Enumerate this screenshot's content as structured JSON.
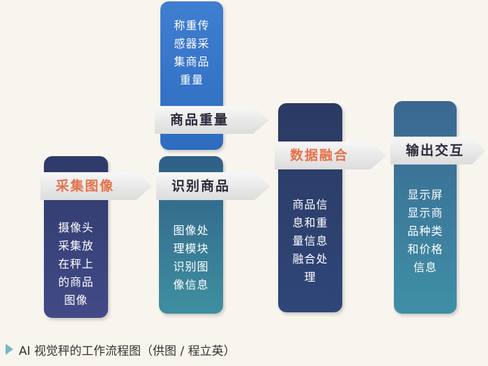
{
  "colors": {
    "background": "#f8f5ee",
    "arrow_text_dark": "#2a2a3a",
    "arrow_text_accent": "#e5724a",
    "caption_icon": "#79b6c6"
  },
  "columns": {
    "weigh": "称重传\n感器采\n集商品\n重量",
    "collect": "摄像头\n采集放\n在秤上\n的商品\n图像",
    "identify": "图像处\n理模块\n识别图\n像信息",
    "fusion": "商品信\n息和重\n量信息\n融合处\n理",
    "output": "显示屏\n显示商\n品种类\n和价格\n信息"
  },
  "arrows": {
    "weight": "商品重量",
    "image": "采集图像",
    "identify": "识别商品",
    "fusion": "数据融合",
    "output": "输出交互"
  },
  "caption": {
    "icon": "play-triangle-icon",
    "text": "AI 视觉秤的工作流程图（供图 / 程立英）"
  }
}
